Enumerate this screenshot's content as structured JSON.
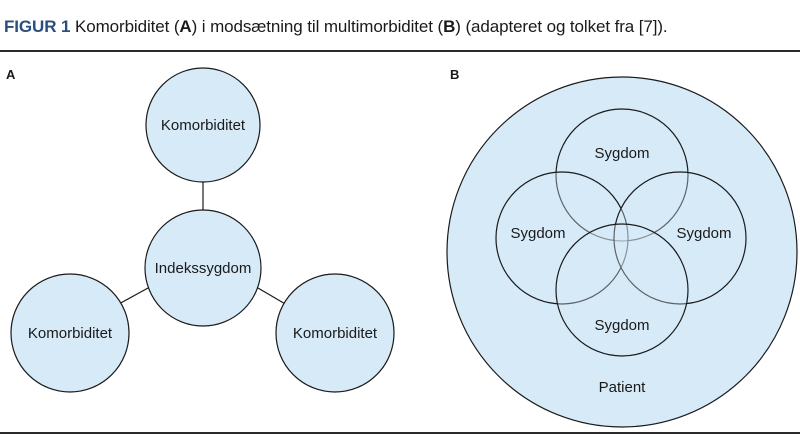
{
  "caption": {
    "label": "FIGUR 1",
    "part1": " Komorbiditet (",
    "A": "A",
    "part2": ") i modsætning til multimorbiditet (",
    "B": "B",
    "part3": ") (adapteret og tolket fra [7])."
  },
  "panel_a": {
    "letter": "A",
    "top_node": "Komorbiditet",
    "center_node": "Indekssygdom",
    "left_node": "Komorbiditet",
    "right_node": "Komorbiditet"
  },
  "panel_b": {
    "letter": "B",
    "outer": "Patient",
    "top": "Sygdom",
    "left": "Sygdom",
    "right": "Sygdom",
    "bottom": "Sygdom"
  },
  "colors": {
    "fill": "#d6eaf8",
    "stroke": "#1a1a1a",
    "accent": "#2b4e80"
  }
}
